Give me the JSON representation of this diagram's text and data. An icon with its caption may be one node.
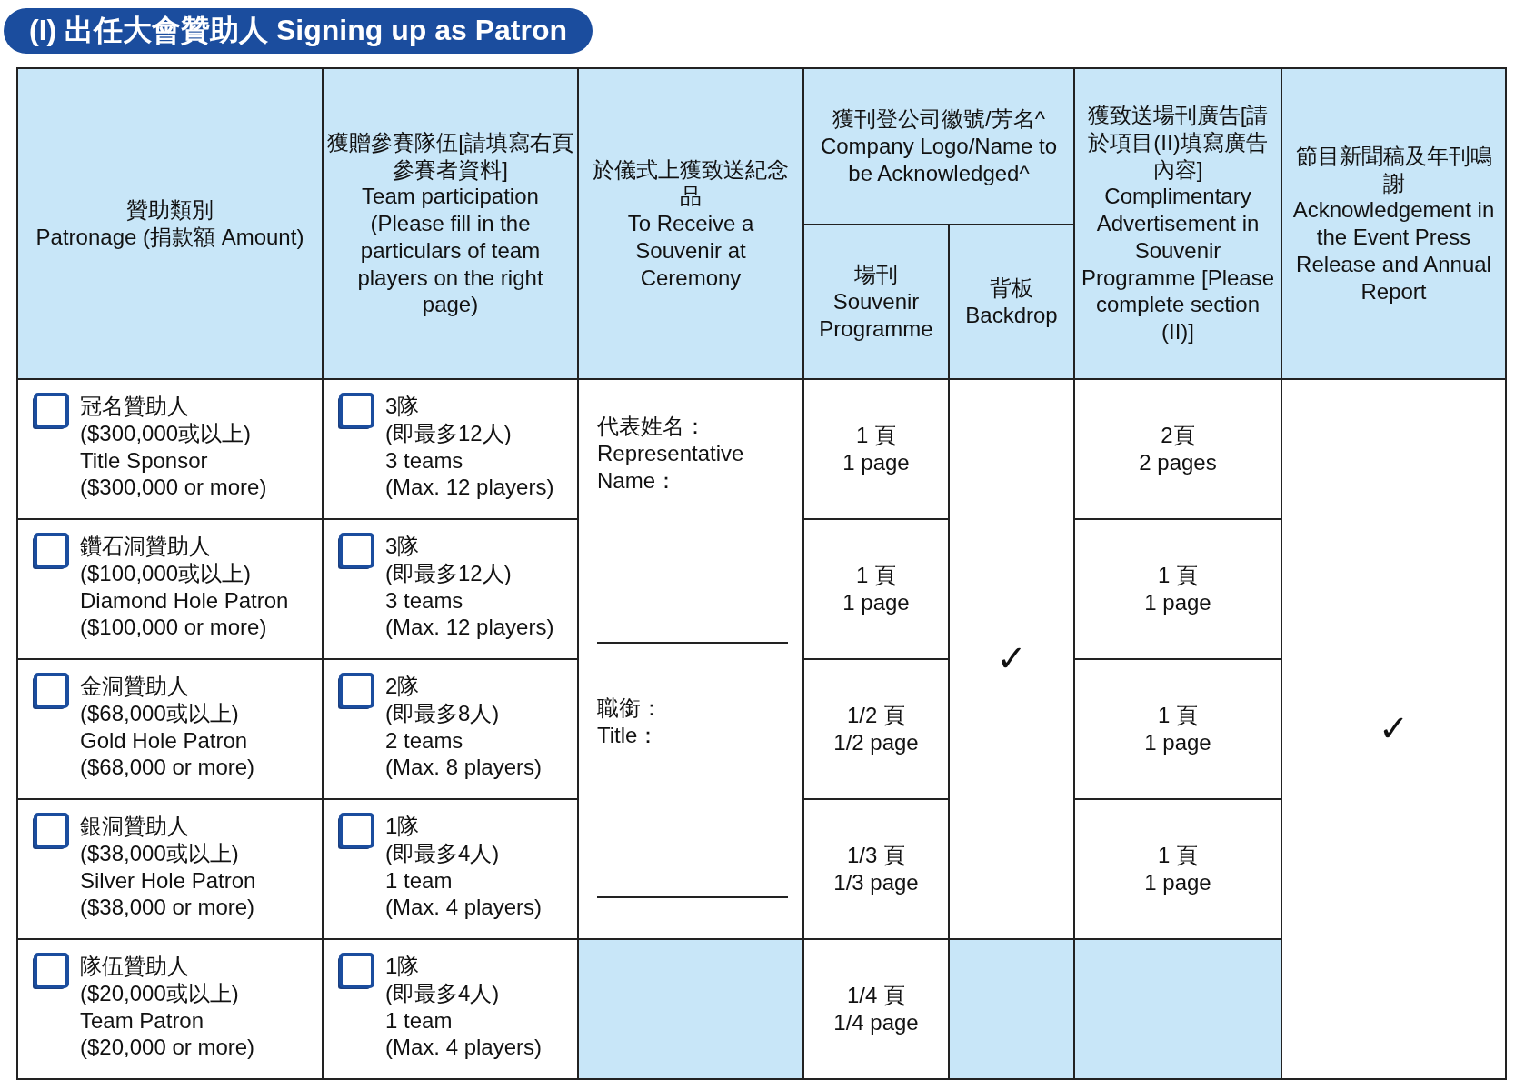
{
  "diagram": {
    "title": "(I) 出任大會贊助人 Signing up as Patron",
    "labels": [
      "贊助類別",
      "Patronage (捐款額 Amount)",
      "獲贈參賽隊伍[請填寫右頁參賽者資料]",
      "Team participation (Please fill in the particulars of team players on the right page)",
      "於儀式上獲致送紀念品",
      "To Receive a Souvenir at Ceremony",
      "獲刊登公司徽號/芳名^",
      "Company Logo/Name to be Acknowledged^",
      "獲致送場刊廣告[請於項目(II)填寫廣告內容]",
      "Complimentary Advertisement in Souvenir Programme [Please complete section (II)]",
      "節目新聞稿及年刊鳴謝",
      "Acknowledgement in the Event Press Release and Annual Report",
      "場刊",
      "Souvenir Programme",
      "背板",
      "Backdrop",
      "冠名贊助人",
      "($300,000或以上)",
      "Title Sponsor",
      "($300,000 or more)",
      "3隊",
      "(即最多12人)",
      "3 teams",
      "(Max. 12 players)",
      "代表姓名：",
      "Representative Name：",
      "職銜：",
      "Title：",
      "1 頁",
      "1 page",
      "✓",
      "2頁",
      "2 pages",
      "✓",
      "鑽石洞贊助人",
      "($100,000或以上)",
      "Diamond Hole Patron",
      "($100,000 or more)",
      "3隊",
      "(即最多12人)",
      "3 teams",
      "(Max. 12 players)",
      "1 頁",
      "1 page",
      "1 頁",
      "1 page",
      "金洞贊助人",
      "($68,000或以上)",
      "Gold Hole Patron",
      "($68,000 or more)",
      "2隊",
      "(即最多8人)",
      "2 teams",
      "(Max. 8 players)",
      "1/2 頁",
      "1/2 page",
      "1 頁",
      "1 page",
      "銀洞贊助人",
      "($38,000或以上)",
      "Silver Hole Patron",
      "($38,000 or more)",
      "1隊",
      "(即最多4人)",
      "1 team",
      "(Max. 4 players)",
      "1/3 頁",
      "1/3 page",
      "1 頁",
      "1 page",
      "隊伍贊助人",
      "($20,000或以上)",
      "Team Patron",
      "($20,000 or more)",
      "1隊",
      "(即最多4人)",
      "1 team",
      "(Max. 4 players)",
      "1/4 頁",
      "1/4 page"
    ]
  }
}
